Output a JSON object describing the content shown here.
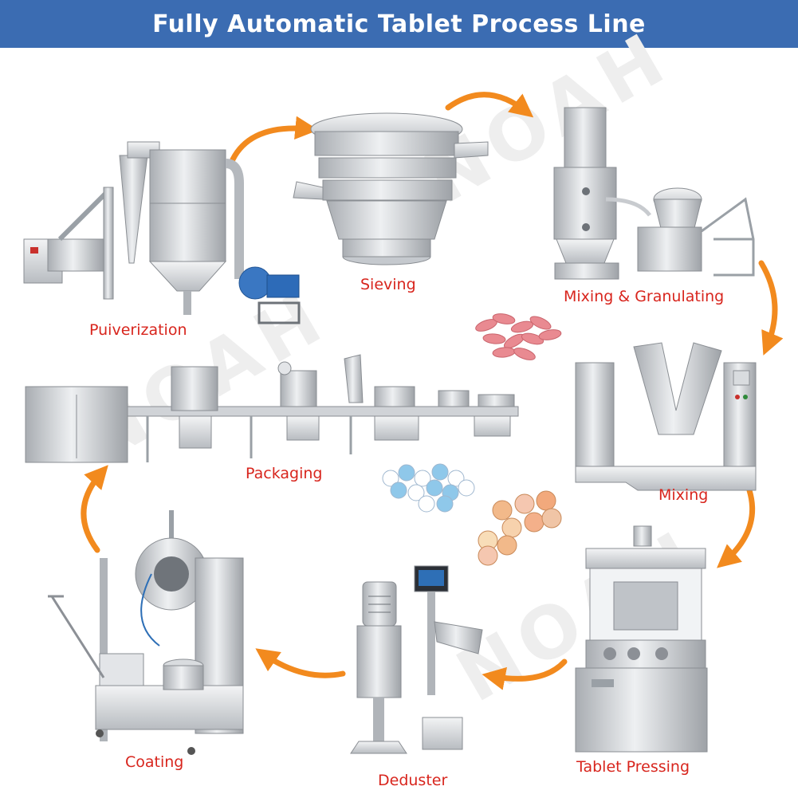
{
  "title": "Fully Automatic Tablet Process Line",
  "stages": {
    "pulverization": "Puiverization",
    "sieving": "Sieving",
    "mixing_granulating": "Mixing & Granulating",
    "mixing": "Mixing",
    "tablet_pressing": "Tablet Pressing",
    "deduster": "Deduster",
    "coating": "Coating",
    "packaging": "Packaging"
  },
  "watermark": "NOAH",
  "colors": {
    "header": "#3b6cb2",
    "label": "#d8251d",
    "arrow": "#f28a1e"
  }
}
